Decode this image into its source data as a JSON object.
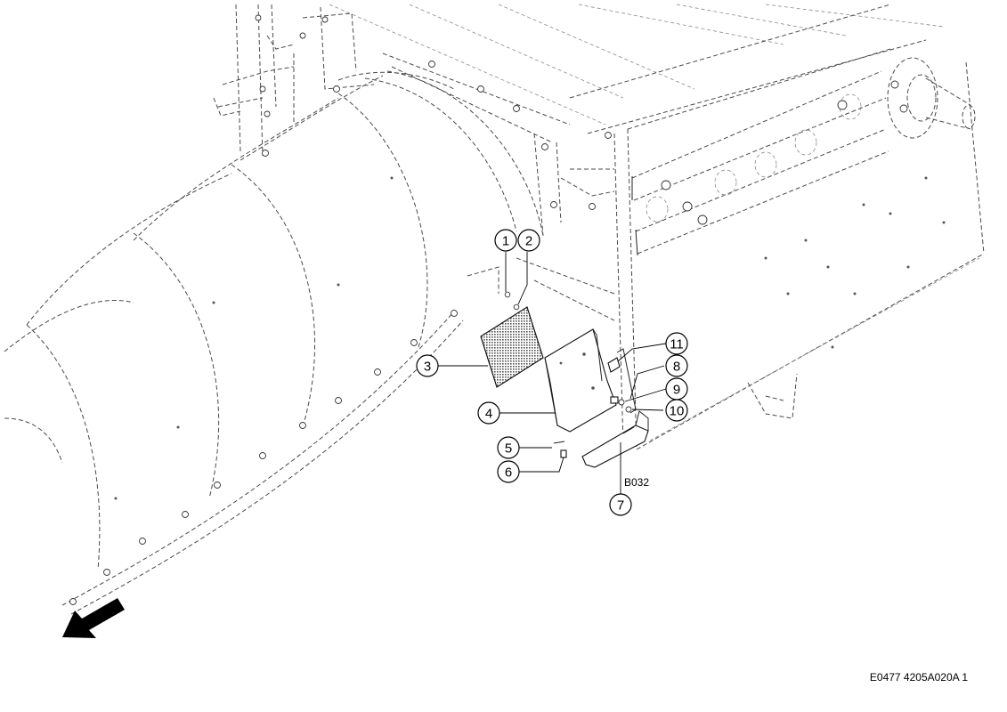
{
  "callouts": [
    {
      "num": "1"
    },
    {
      "num": "2"
    },
    {
      "num": "3"
    },
    {
      "num": "4"
    },
    {
      "num": "5"
    },
    {
      "num": "6"
    },
    {
      "num": "7"
    },
    {
      "num": "8"
    },
    {
      "num": "9"
    },
    {
      "num": "10"
    },
    {
      "num": "11"
    }
  ],
  "code_label": "B032",
  "reference_code": "E0477 4205A020A 1",
  "arrow_icon": "direction-arrow-icon"
}
